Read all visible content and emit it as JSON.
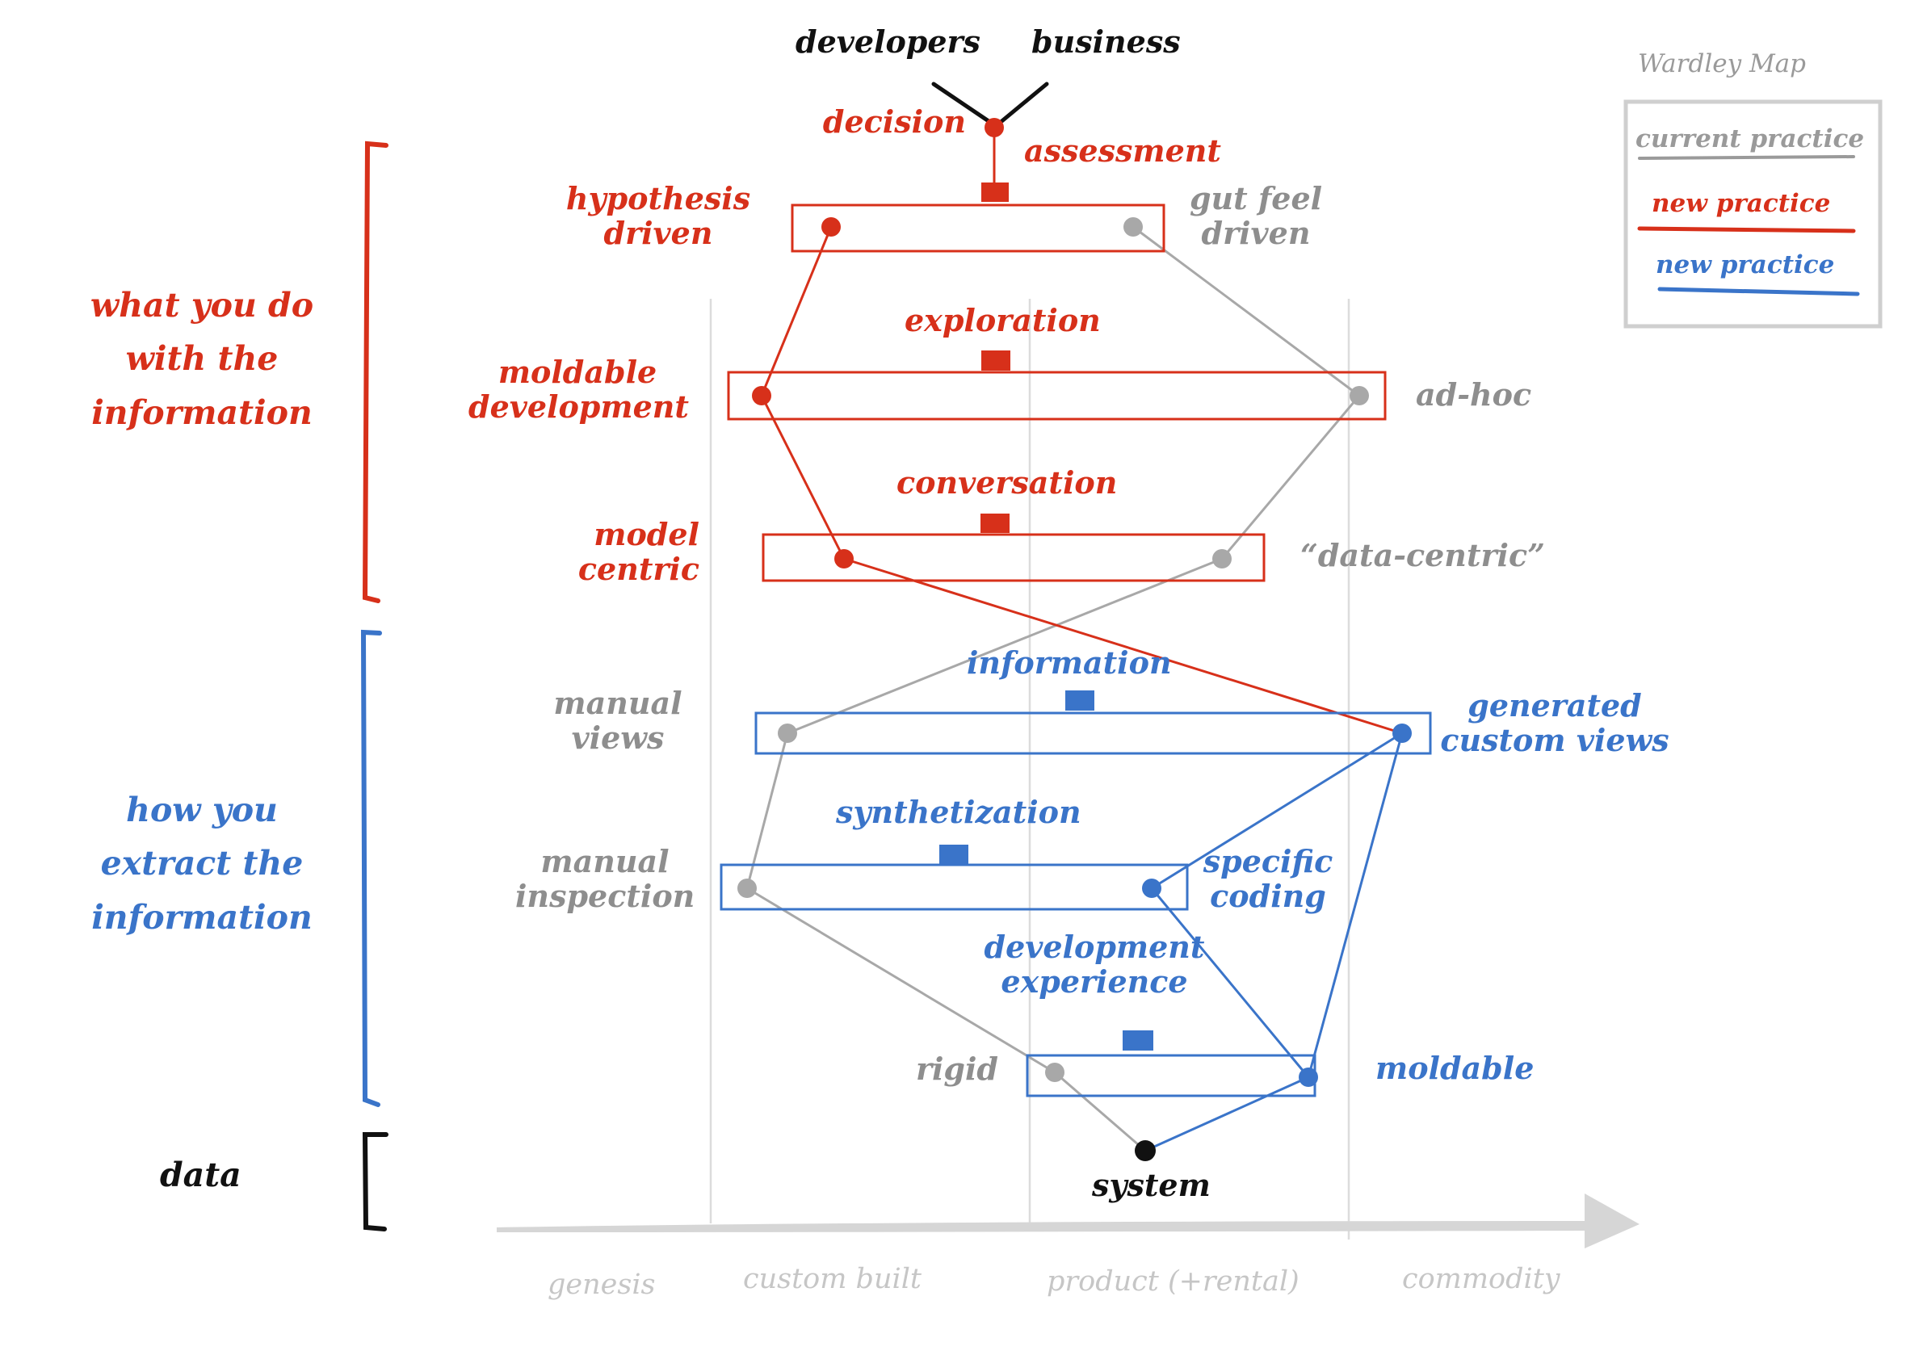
{
  "stakeholders": {
    "developers": "developers",
    "business": "business"
  },
  "decision": {
    "label": "decision",
    "assessment": "assessment"
  },
  "rows": {
    "assessment": {
      "left": [
        "hypothesis",
        "driven"
      ],
      "right": [
        "gut feel",
        "driven"
      ]
    },
    "exploration": {
      "title": "exploration",
      "left": [
        "moldable",
        "development"
      ],
      "right": "ad-hoc"
    },
    "conversation": {
      "title": "conversation",
      "left": [
        "model",
        "centric"
      ],
      "right": "“data-centric”"
    },
    "information": {
      "title": "information",
      "left": [
        "manual",
        "views"
      ],
      "right": [
        "generated",
        "custom views"
      ]
    },
    "synthetization": {
      "title": "synthetization",
      "left": [
        "manual",
        "inspection"
      ],
      "right": [
        "specific",
        "coding"
      ]
    },
    "devexp": {
      "title": [
        "development",
        "experience"
      ],
      "left": "rigid",
      "right": "moldable"
    }
  },
  "system": "system",
  "sections": {
    "what": [
      "what you do",
      "with the",
      "information"
    ],
    "how": [
      "how you",
      "extract the",
      "information"
    ],
    "data": "data"
  },
  "axis": [
    "genesis",
    "custom built",
    "product (+rental)",
    "commodity"
  ],
  "legend": {
    "title": "Wardley Map",
    "items": [
      "current practice",
      "new practice",
      "new practice"
    ],
    "colors": [
      "#9a9a9a",
      "#d7301a",
      "#3a74c9"
    ]
  },
  "colors": {
    "red": "#d7301a",
    "blue": "#3a74c9",
    "gray": "#a8a8a8",
    "black": "#111111",
    "axis": "#d4d4d4"
  }
}
